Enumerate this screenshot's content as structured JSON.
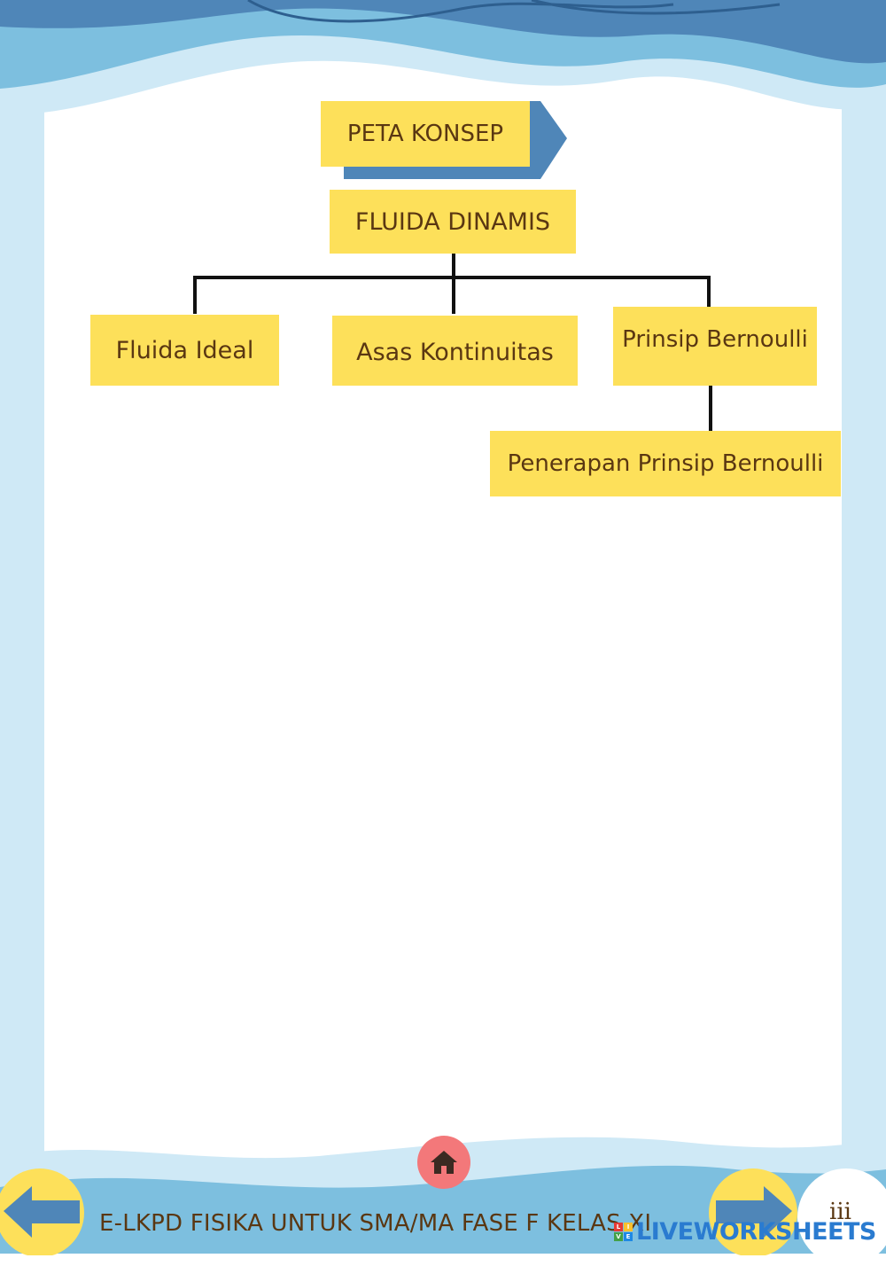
{
  "title": "PETA KONSEP",
  "concept_map": {
    "root": "FLUIDA DINAMIS",
    "children": [
      "Fluida Ideal",
      "Asas Kontinuitas",
      "Prinsip Bernoulli"
    ],
    "grandchild": "Penerapan Prinsip Bernoulli"
  },
  "footer": {
    "text": "E-LKPD FISIKA UNTUK SMA/MA FASE F KELAS XI",
    "page_number": "iii",
    "prev_icon": "arrow-left-icon",
    "next_icon": "arrow-right-icon",
    "home_icon": "home-icon"
  },
  "watermark": "LIVEWORKSHEETS",
  "colors": {
    "node_fill": "#fde05a",
    "node_text": "#5a3712",
    "frame_light_blue": "#cfe9f6",
    "wave_mid_blue": "#7dbfdf",
    "wave_dark_blue": "#4f86b8",
    "home_button": "#f3787a"
  }
}
